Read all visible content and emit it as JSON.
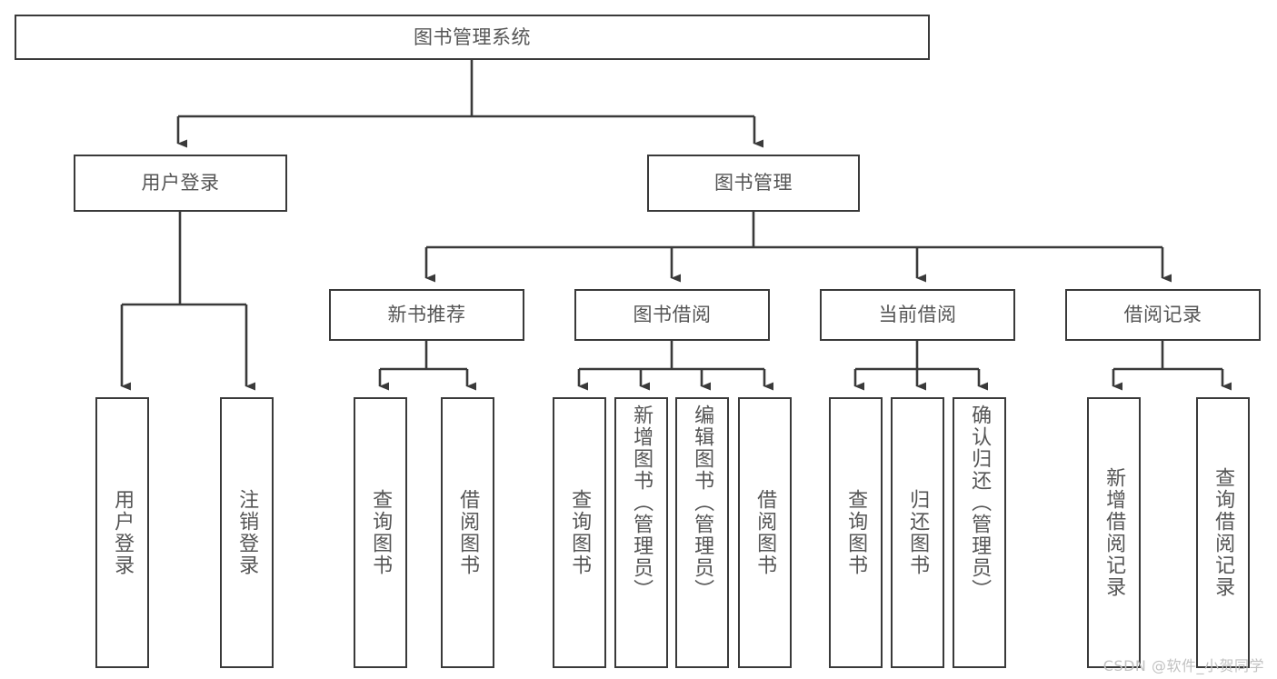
{
  "diagram": {
    "title": "图书管理系统",
    "type": "hierarchy-tree",
    "root": {
      "label": "图书管理系统"
    },
    "level2": [
      {
        "label": "用户登录"
      },
      {
        "label": "图书管理"
      }
    ],
    "level3": [
      {
        "label": "新书推荐"
      },
      {
        "label": "图书借阅"
      },
      {
        "label": "当前借阅"
      },
      {
        "label": "借阅记录"
      }
    ],
    "leaves": {
      "user_login": [
        {
          "label": "用户登录"
        },
        {
          "label": "注销登录"
        }
      ],
      "new_book_recommend": [
        {
          "label": "查询图书"
        },
        {
          "label": "借阅图书"
        }
      ],
      "book_borrow": [
        {
          "label": "查询图书"
        },
        {
          "label": "新增图书（管理员）"
        },
        {
          "label": "编辑图书（管理员）"
        },
        {
          "label": "借阅图书"
        }
      ],
      "current_borrow": [
        {
          "label": "查询图书"
        },
        {
          "label": "归还图书"
        },
        {
          "label": "确认归还（管理员）"
        }
      ],
      "borrow_record": [
        {
          "label": "新增借阅记录"
        },
        {
          "label": "查询借阅记录"
        }
      ]
    }
  },
  "watermark": {
    "text": "CSDN @软件_小贺同学"
  },
  "colors": {
    "box_border": "#3a3a3a",
    "text": "#555555",
    "line": "#3a3a3a",
    "background": "#ffffff",
    "watermark": "#c2c2c2"
  }
}
